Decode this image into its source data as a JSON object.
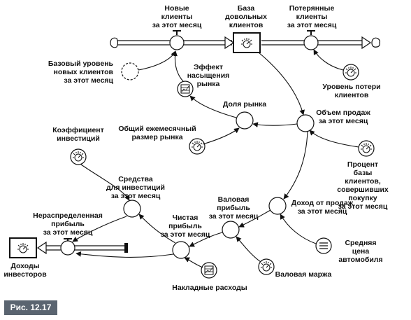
{
  "figure_badge": "Рис. 12.17",
  "nodes": {
    "new_clients": "Новые\nклиенты\nза этот месяц",
    "satisfied_base": "База\nдовольных\nклиентов",
    "lost_clients": "Потерянные\nклиенты\nза этот месяц",
    "base_new_level": "Базовый уровень\nновых клиентов\nза этот месяц",
    "saturation_effect": "Эффект\nнасыщения\nрынка",
    "base_loss_level": "Уровень потери\nклиентов",
    "market_share": "Доля рынка",
    "sales_volume": "Объем продаж\nза этот месяц",
    "total_market_size": "Общий ежемесячный\nразмер рынка",
    "investment_coef": "Коэффициент\nинвестиций",
    "purchase_percent": "Процент базы клиентов,\nсовершивших покупку\nза этот месяц",
    "investment_funds": "Средства\nдля инвестиций\nза этот месяц",
    "gross_profit": "Валовая\nприбыль\nза этот месяц",
    "sales_revenue": "Доход от продаж\nза этот месяц",
    "retained_profit": "Нераспределенная\nприбыль\nза этот месяц",
    "net_profit": "Чистая\nприбыль\nза этот месяц",
    "avg_car_price": "Средняя цена\nавтомобиля",
    "investor_income": "Доходы\nинвесторов",
    "gross_margin": "Валовая маржа",
    "overhead": "Накладные расходы"
  }
}
